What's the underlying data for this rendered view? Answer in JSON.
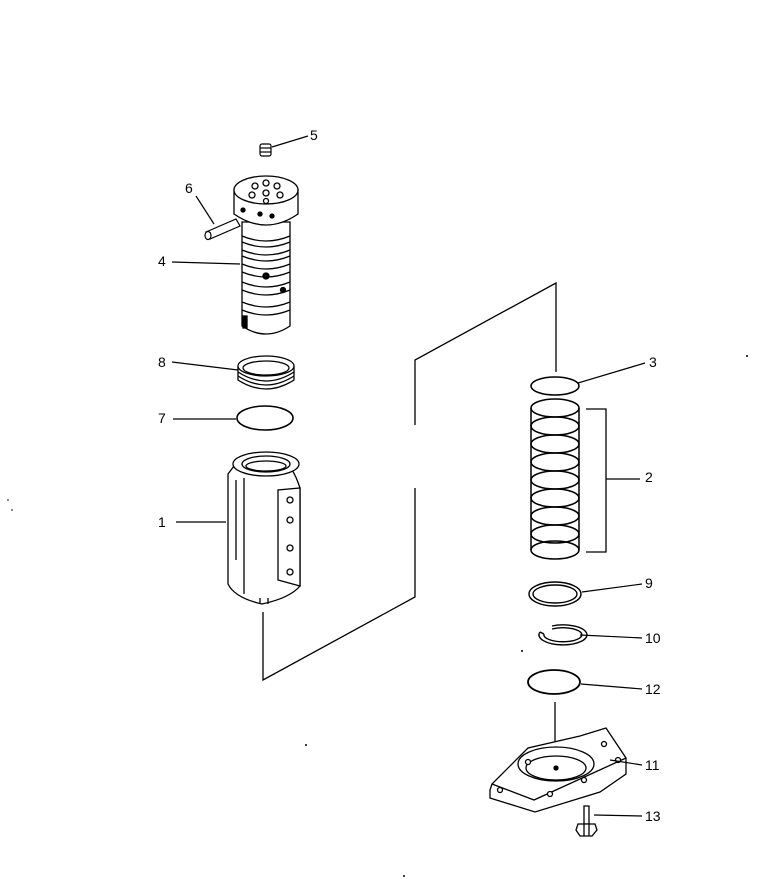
{
  "colors": {
    "ink": "#000000",
    "paper": "#ffffff"
  },
  "callouts": [
    {
      "id": "1",
      "label": "1"
    },
    {
      "id": "2",
      "label": "2"
    },
    {
      "id": "3",
      "label": "3"
    },
    {
      "id": "4",
      "label": "4"
    },
    {
      "id": "5",
      "label": "5"
    },
    {
      "id": "6",
      "label": "6"
    },
    {
      "id": "7",
      "label": "7"
    },
    {
      "id": "8",
      "label": "8"
    },
    {
      "id": "9",
      "label": "9"
    },
    {
      "id": "10",
      "label": "10"
    },
    {
      "id": "11",
      "label": "11"
    },
    {
      "id": "12",
      "label": "12"
    },
    {
      "id": "13",
      "label": "13"
    }
  ]
}
